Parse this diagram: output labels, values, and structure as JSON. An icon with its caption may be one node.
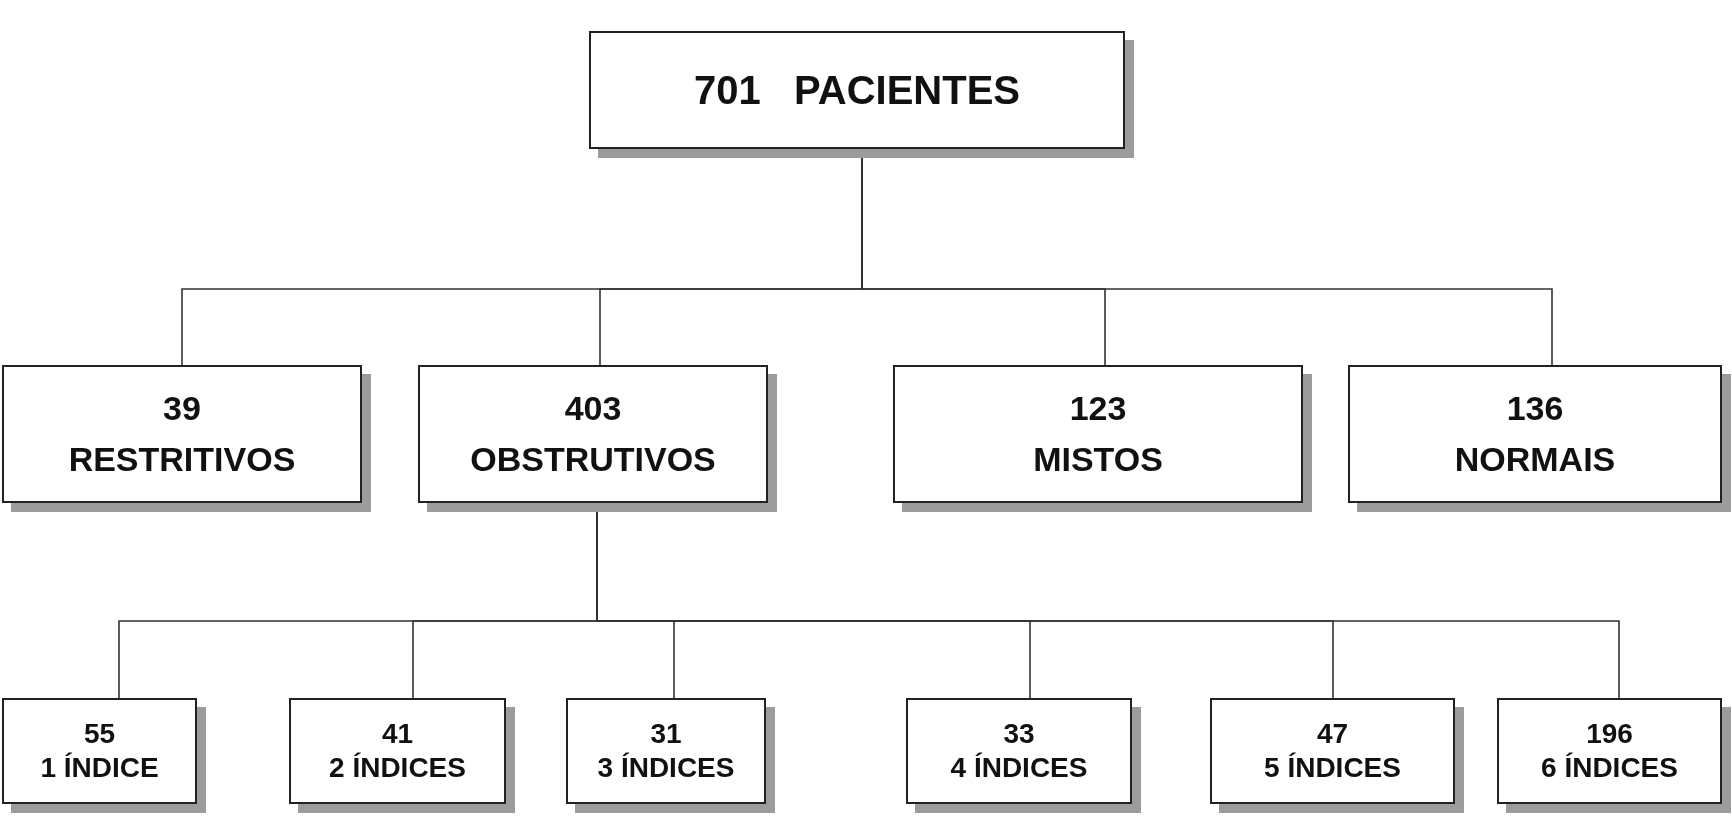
{
  "diagram": {
    "nodes": [
      {
        "text": [
          "701   PACIENTES"
        ]
      },
      {
        "text": [
          "39",
          "RESTRITIVOS"
        ]
      },
      {
        "text": [
          "403",
          "OBSTRUTIVOS"
        ]
      },
      {
        "text": [
          "123",
          "MISTOS"
        ]
      },
      {
        "text": [
          "136",
          "NORMAIS"
        ]
      },
      {
        "text": [
          "55",
          "1 ÍNDICE"
        ]
      },
      {
        "text": [
          "41",
          "2 ÍNDICES"
        ]
      },
      {
        "text": [
          "31",
          "3 ÍNDICES"
        ]
      },
      {
        "text": [
          "33",
          "4 ÍNDICES"
        ]
      },
      {
        "text": [
          "47",
          "5 ÍNDICES"
        ]
      },
      {
        "text": [
          "196",
          "6 ÍNDICES"
        ]
      }
    ],
    "edges": [
      {
        "from": 0,
        "to": 1,
        "arrow": "none"
      },
      {
        "from": 0,
        "to": 2,
        "arrow": "none"
      },
      {
        "from": 0,
        "to": 3,
        "arrow": "none"
      },
      {
        "from": 0,
        "to": 4,
        "arrow": "none"
      },
      {
        "from": 2,
        "to": 5,
        "arrow": "none"
      },
      {
        "from": 2,
        "to": 6,
        "arrow": "none"
      },
      {
        "from": 2,
        "to": 7,
        "arrow": "none"
      },
      {
        "from": 2,
        "to": 8,
        "arrow": "none"
      },
      {
        "from": 2,
        "to": 9,
        "arrow": "none"
      },
      {
        "from": 2,
        "to": 10,
        "arrow": "none"
      }
    ]
  }
}
